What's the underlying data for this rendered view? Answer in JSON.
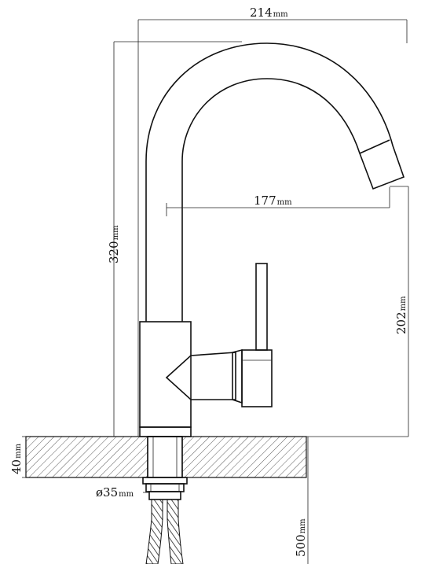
{
  "dimensions": {
    "width_total": {
      "value": "214",
      "unit": "mm"
    },
    "spout_reach": {
      "value": "177",
      "unit": "mm"
    },
    "height_total": {
      "value": "320",
      "unit": "mm"
    },
    "spout_height": {
      "value": "202",
      "unit": "mm"
    },
    "deck_thickness": {
      "value": "40",
      "unit": "mm"
    },
    "shank_diameter": {
      "symbol": "ø",
      "value": "35",
      "unit": "mm"
    },
    "hose_length": {
      "value": "500",
      "unit": "mm"
    }
  },
  "colors": {
    "line": "#111111",
    "background": "#ffffff"
  }
}
